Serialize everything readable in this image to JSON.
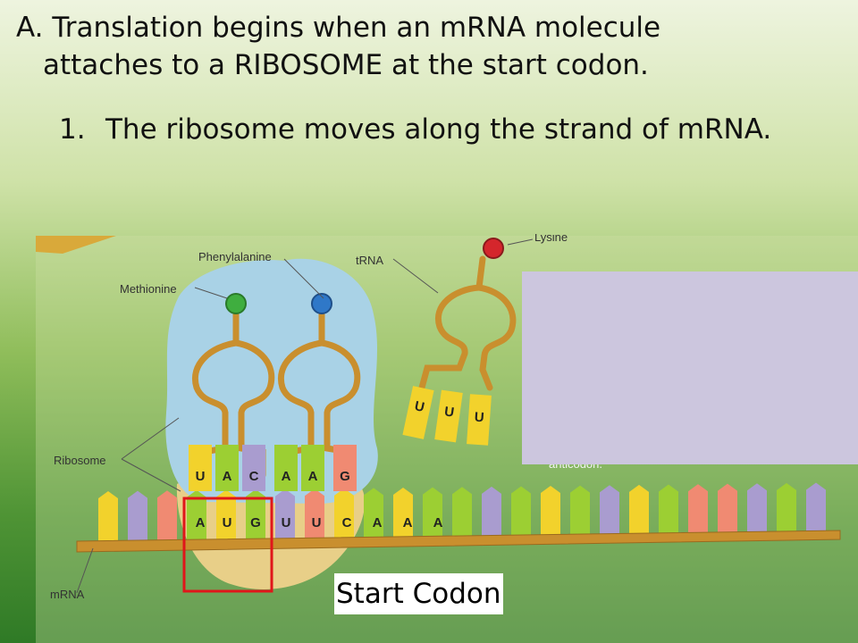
{
  "heading": {
    "line1": "A. Translation begins when an mRNA molecule",
    "line2": "attaches to a RIBOSOME at the start codon."
  },
  "point": {
    "number": "1.",
    "text": "The ribosome moves along the strand of mRNA."
  },
  "diagram": {
    "labels": {
      "lysine": "Lysine",
      "phenylalanine": "Phenylalanine",
      "trna": "tRNA",
      "methionine": "Methionine",
      "ribosome": "Ribosome",
      "anticodon": "anticodon.",
      "mrna": "mRNA"
    },
    "anticodon_1": [
      "U",
      "A",
      "C"
    ],
    "anticodon_2": [
      "A",
      "A",
      "G"
    ],
    "incoming_anticodon": [
      "U",
      "U",
      "U"
    ],
    "mrna_bases": [
      "A",
      "U",
      "G",
      "U",
      "U",
      "C",
      "A",
      "A",
      "A"
    ],
    "colors": {
      "U": "#f2d22c",
      "A": "#9ccf33",
      "G": "#f08a72",
      "C": "#a99ccf",
      "ribosome": "#a9d2e6",
      "trna": "#c98f2e",
      "methionine": "#3fae3f",
      "phenylalanine": "#2f78c8",
      "lysine": "#d4262c",
      "highlight": "#e0161a"
    }
  },
  "start_codon_label": "Start Codon"
}
